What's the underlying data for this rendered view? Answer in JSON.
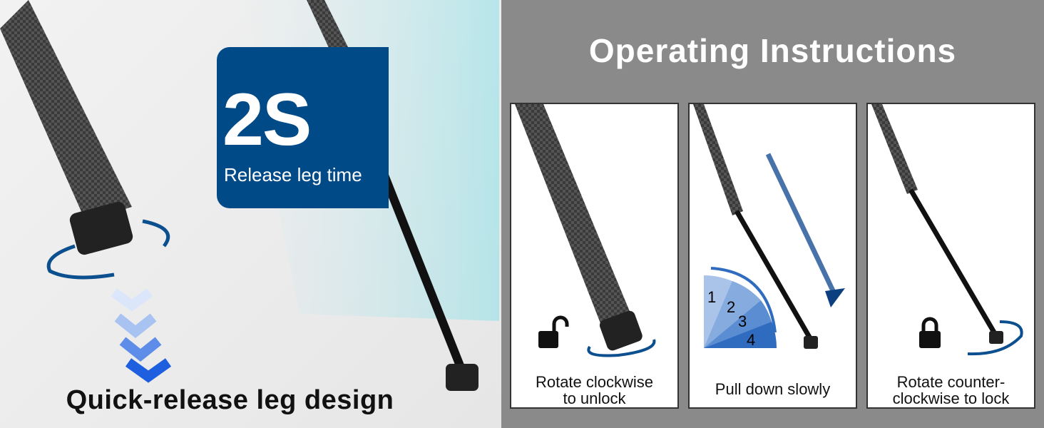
{
  "left": {
    "badge_value": "2S",
    "badge_label": "Release leg time",
    "headline": "Quick-release leg design",
    "accent_color": "#004a87"
  },
  "right": {
    "title": "Operating Instructions",
    "steps": [
      {
        "caption_line1": "Rotate clockwise",
        "caption_line2": "to unlock",
        "icon": "unlocked-padlock-icon"
      },
      {
        "caption_line1": "Pull down slowly",
        "caption_line2": "",
        "icon": "down-arrow-icon",
        "stages": [
          "1",
          "2",
          "3",
          "4"
        ]
      },
      {
        "caption_line1": "Rotate counter-",
        "caption_line2": "clockwise to lock",
        "icon": "locked-padlock-icon"
      }
    ]
  }
}
